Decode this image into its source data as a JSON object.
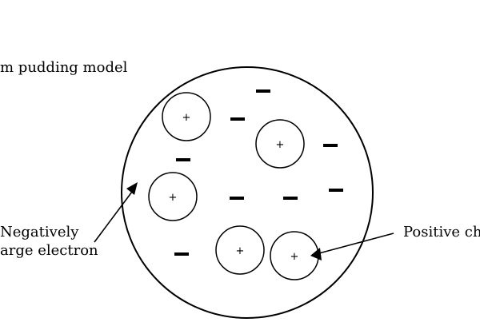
{
  "title": "m pudding model",
  "labels": {
    "negative_line1": "Negatively",
    "negative_line2": "arge electron",
    "positive": "Positive ch"
  },
  "positive_symbol": "+"
}
